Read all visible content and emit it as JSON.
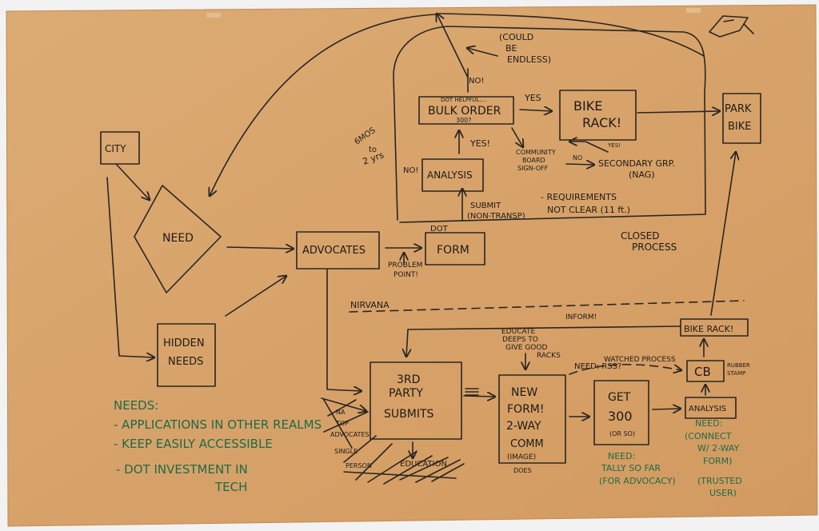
{
  "colors": {
    "paper": "#d9a66f",
    "paper_edge": "#c98f55",
    "ink": "#2a2622",
    "green_ink": "#1f6a48"
  },
  "nodes": {
    "city": "CITY",
    "need": "NEED",
    "hidden_needs_1": "HIDDEN",
    "hidden_needs_2": "NEEDS",
    "advocates": "ADVOCATES",
    "form": "FORM",
    "dot_over_form": "DOT",
    "analysis_top": "ANALYSIS",
    "bulk_order": "BULK ORDER",
    "bulk_note": "DOT HELPFUL....",
    "bulk_300": "300?",
    "bike_rack_1": "BIKE",
    "bike_rack_2": "RACK!",
    "park_bike_1": "PARK",
    "park_bike_2": "BIKE",
    "third_party_1": "3RD",
    "third_party_2": "PARTY",
    "third_party_3": "SUBMITS",
    "new_form_1": "NEW",
    "new_form_2": "FORM!",
    "new_form_3": "2-WAY",
    "new_form_4": "COMM",
    "new_form_5": "(IMAGE)",
    "get_300_1": "GET",
    "get_300_2": "300",
    "get_300_3": "(OR SO)",
    "cb": "CB",
    "analysis_bottom": "ANALYSIS",
    "bike_rack_bottom": "BIKE RACK!"
  },
  "labels": {
    "could_be_1": "(COULD",
    "could_be_2": "BE",
    "could_be_3": "ENDLESS)",
    "no_top": "NO!",
    "yes_top": "YES",
    "yes_analysis": "YES!",
    "no_left": "NO!",
    "six_mos_1": "6MOS",
    "six_mos_2": "to",
    "six_mos_3": "2 yrs",
    "community_1": "COMMUNITY",
    "community_2": "BOARD",
    "community_3": "SIGN-OFF",
    "no_secondary": "NO",
    "yes_secondary": "YES!",
    "secondary_1": "SECONDARY GRP.",
    "secondary_2": "(NAG)",
    "submit_1": "SUBMIT",
    "submit_2": "(NON-TRANSP)",
    "requirements_1": "- REQUIREMENTS",
    "requirements_2": "NOT CLEAR (11 ft.)",
    "problem_1": "PROBLEM",
    "problem_2": "POINT!",
    "closed_1": "CLOSED",
    "closed_2": "PROCESS",
    "nirvana": "NIRVANA",
    "inform": "INFORM!",
    "educate_1": "EDUCATE",
    "educate_2": "DEEPS TO",
    "educate_3": "GIVE GOOD",
    "educate_4": "RACKS",
    "need_rss": "NEED: RSS?",
    "watched": "WATCHED PROCESS",
    "rubber_1": "RUBBER",
    "rubber_2": "STAMP",
    "scribble_1": "NA",
    "scribble_2": "TOP",
    "scribble_3": "ADVOCATES",
    "scribble_4": "SINGLE",
    "scribble_5": "PERSON",
    "education": "EDUCATION",
    "does": "DOES",
    "tally_1": "NEED:",
    "tally_2": "TALLY SO FAR",
    "tally_3": "(FOR ADVOCACY)",
    "need_connect_1": "NEED:",
    "need_connect_2": "(CONNECT",
    "need_connect_3": "W/ 2-WAY",
    "need_connect_4": "FORM)",
    "trusted_1": "(TRUSTED",
    "trusted_2": "USER)"
  },
  "needs": {
    "title": "NEEDS:",
    "items": [
      "- APPLICATIONS IN OTHER REALMS",
      "- KEEP EASILY ACCESSIBLE",
      "- DOT INVESTMENT IN",
      "TECH"
    ]
  }
}
